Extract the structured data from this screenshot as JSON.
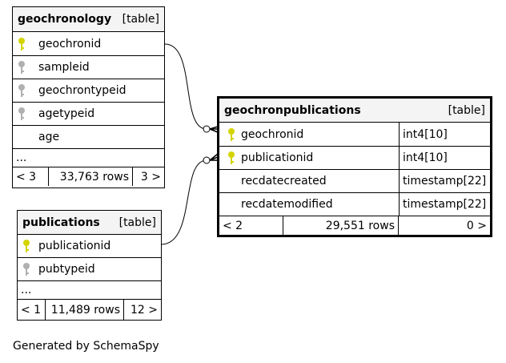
{
  "tables": {
    "geochronology": {
      "name": "geochronology",
      "tag": "[table]",
      "columns": [
        {
          "name": "geochronid",
          "key": "primary"
        },
        {
          "name": "sampleid",
          "key": "foreign"
        },
        {
          "name": "geochrontypeid",
          "key": "foreign"
        },
        {
          "name": "agetypeid",
          "key": "foreign"
        },
        {
          "name": "age",
          "key": "none"
        }
      ],
      "ellipsis": "...",
      "footer": {
        "prev": "< 3",
        "rows": "33,763 rows",
        "next": "3 >"
      }
    },
    "publications": {
      "name": "publications",
      "tag": "[table]",
      "columns": [
        {
          "name": "publicationid",
          "key": "primary"
        },
        {
          "name": "pubtypeid",
          "key": "foreign"
        }
      ],
      "ellipsis": "...",
      "footer": {
        "prev": "< 1",
        "rows": "11,489 rows",
        "next": "12 >"
      }
    },
    "geochronpublications": {
      "name": "geochronpublications",
      "tag": "[table]",
      "columns": [
        {
          "name": "geochronid",
          "type": "int4[10]",
          "key": "primary"
        },
        {
          "name": "publicationid",
          "type": "int4[10]",
          "key": "primary"
        },
        {
          "name": "recdatecreated",
          "type": "timestamp[22]",
          "key": "none"
        },
        {
          "name": "recdatemodified",
          "type": "timestamp[22]",
          "key": "none"
        }
      ],
      "footer": {
        "prev": "< 2",
        "rows": "29,551 rows",
        "next": "0 >"
      }
    }
  },
  "footer_text": "Generated by SchemaSpy",
  "colors": {
    "primary_key": "#d4d400",
    "foreign_key": "#b0b0b0",
    "header_bg": "#f4f4f4"
  }
}
